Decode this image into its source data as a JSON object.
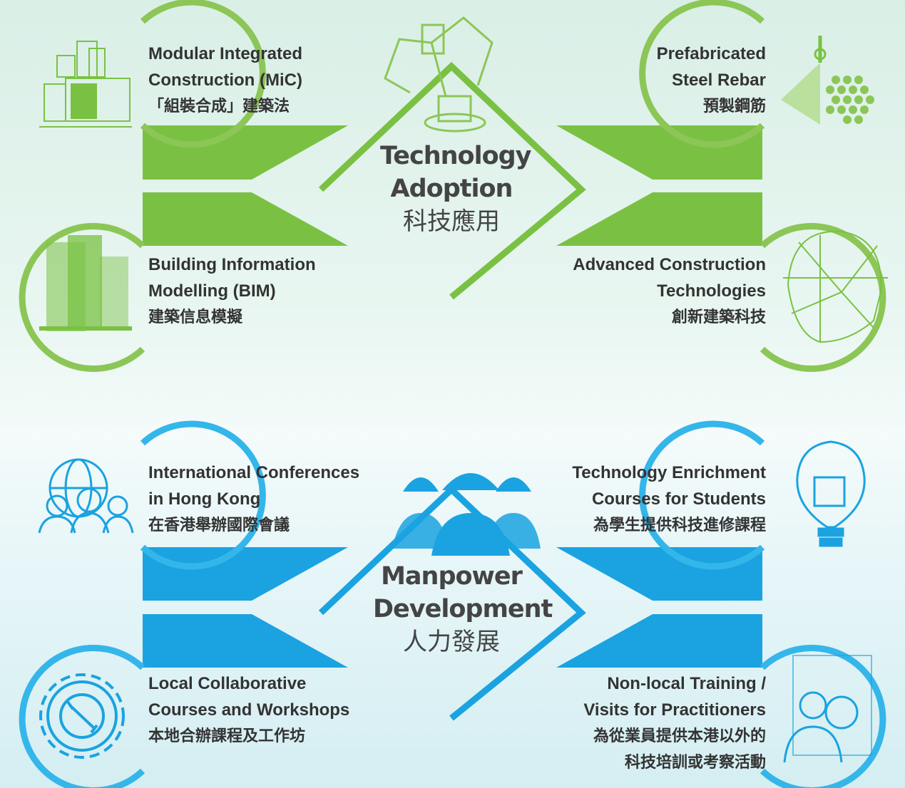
{
  "colors": {
    "tech": "#7ac143",
    "tech_light": "#9bd36a",
    "manpower": "#1aa3e0",
    "manpower_light": "#3dbbee",
    "text": "#333333"
  },
  "technology": {
    "title_line1": "Technology",
    "title_line2": "Adoption",
    "title_zh": "科技應用",
    "icon": "robot-arm-icon",
    "items": [
      {
        "en1": "Modular Integrated",
        "en2": "Construction (MiC)",
        "zh": "「組裝合成」建築法",
        "icon": "modular-building-icon"
      },
      {
        "en1": "Prefabricated",
        "en2": "Steel Rebar",
        "zh": "預製鋼筋",
        "icon": "steel-rebar-icon"
      },
      {
        "en1": "Building Information",
        "en2": "Modelling (BIM)",
        "zh": "建築信息模擬",
        "icon": "bim-building-icon"
      },
      {
        "en1": "Advanced Construction",
        "en2": "Technologies",
        "zh": "創新建築科技",
        "icon": "wireframe-helmet-icon"
      }
    ]
  },
  "manpower": {
    "title_line1": "Manpower",
    "title_line2": "Development",
    "title_zh": "人力發展",
    "icon": "workers-icon",
    "items": [
      {
        "en1": "International Conferences",
        "en2": "in Hong Kong",
        "zh": "在香港舉辦國際會議",
        "icon": "globe-people-icon"
      },
      {
        "en1": "Technology Enrichment",
        "en2": "Courses for Students",
        "zh": "為學生提供科技進修課程",
        "icon": "lightbulb-icon"
      },
      {
        "en1": "Local Collaborative",
        "en2": "Courses and Workshops",
        "zh": "本地合辦課程及工作坊",
        "icon": "gear-wrench-icon"
      },
      {
        "en1": "Non-local Training /",
        "en2": "Visits for Practitioners",
        "zh": "為從業員提供本港以外的",
        "zh2": "科技培訓或考察活動",
        "icon": "presenter-globe-icon"
      }
    ]
  }
}
